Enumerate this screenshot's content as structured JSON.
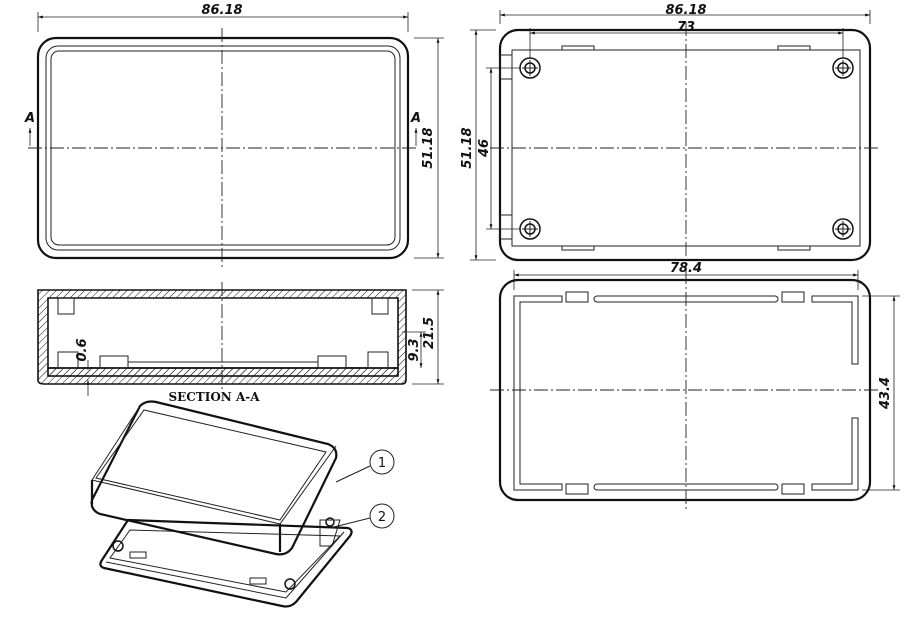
{
  "top_view": {
    "width_dim": "86.18",
    "height_dim": "51.18",
    "section_marker": "A"
  },
  "bottom_view": {
    "width_dim": "86.18",
    "screw_spacing_dim": "73",
    "height_dim": "51.18",
    "screw_vertical_dim": "46"
  },
  "section_view": {
    "title": "SECTION A-A",
    "wall_dim": "0.6",
    "inner_height_dim": "9.3",
    "height_dim": "21.5"
  },
  "lid_view": {
    "width_dim": "78.4",
    "height_dim": "43.4"
  },
  "iso_view": {
    "callouts": [
      "1",
      "2"
    ]
  }
}
